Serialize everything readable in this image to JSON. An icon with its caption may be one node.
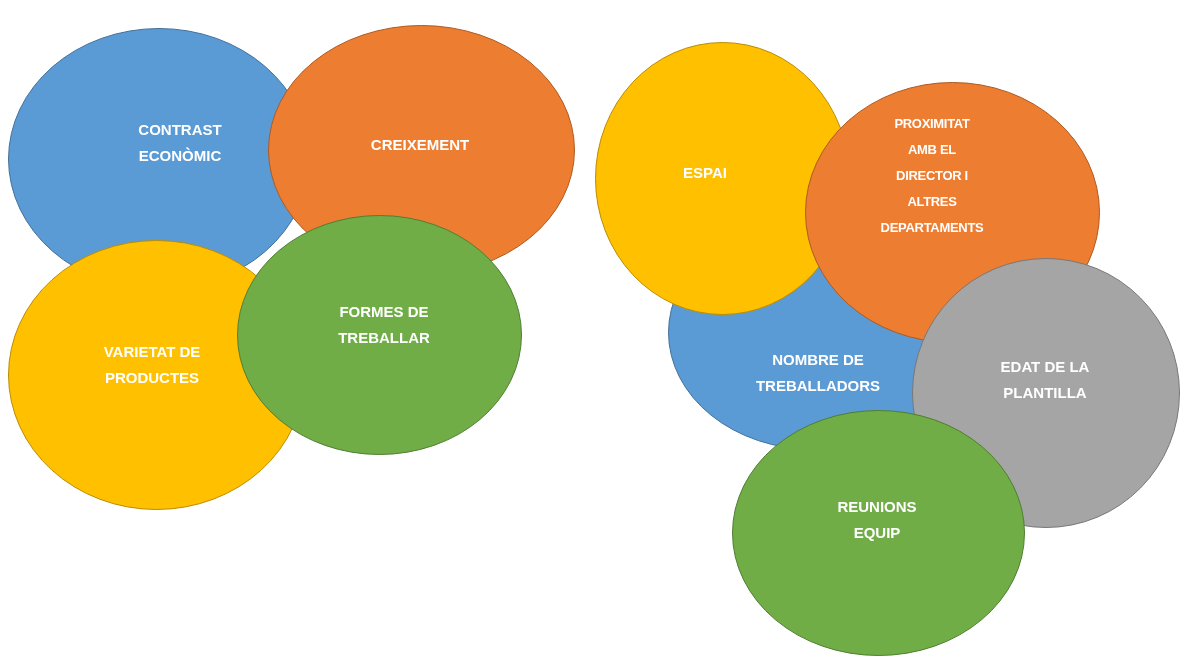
{
  "diagram": {
    "nodes": [
      {
        "text": [
          "CONTRAST ECONÒMIC"
        ]
      },
      {
        "text": [
          "CREIXEMENT"
        ]
      },
      {
        "text": [
          "VARIETAT DE PRODUCTES"
        ]
      },
      {
        "text": [
          "FORMES DE TREBALLAR"
        ]
      },
      {
        "text": [
          "ESPAI"
        ]
      },
      {
        "text": [
          "PROXIMITAT AMB EL DIRECTOR I ALTRES DEPARTAMENTS"
        ]
      },
      {
        "text": [
          "NOMBRE DE TREBALLADORS"
        ]
      },
      {
        "text": [
          "EDAT DE LA PLANTILLA"
        ]
      },
      {
        "text": [
          "REUNIONS EQUIP"
        ]
      }
    ]
  }
}
